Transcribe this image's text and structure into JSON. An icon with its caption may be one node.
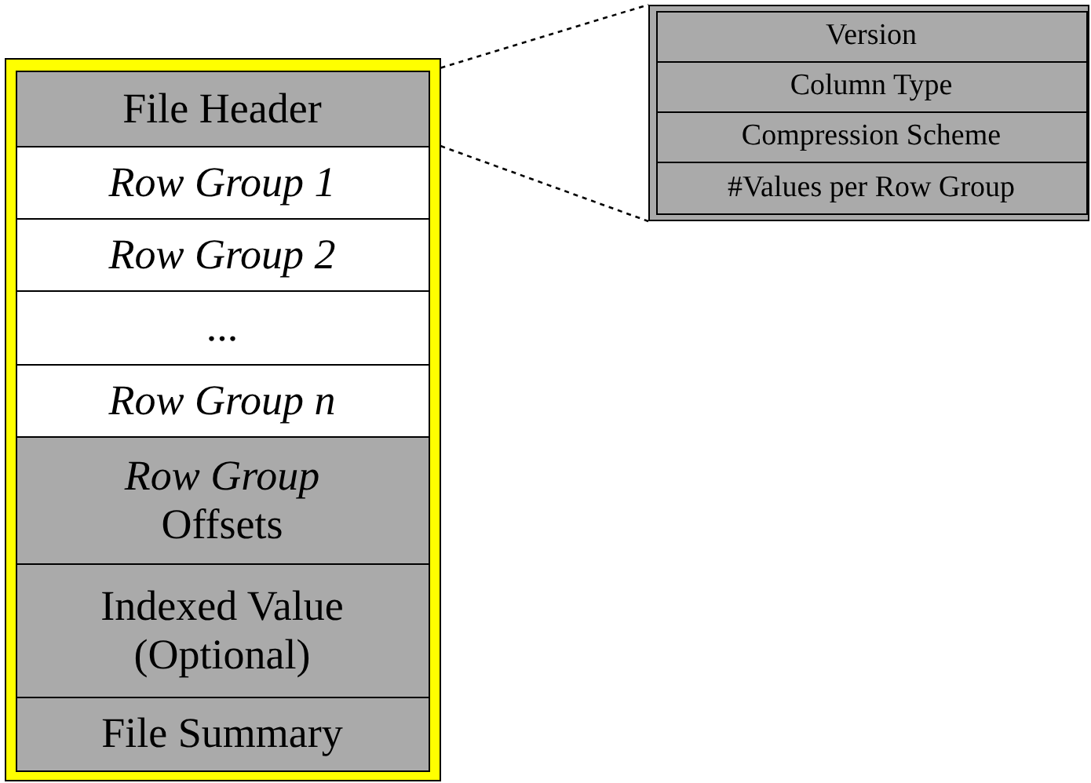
{
  "diagram": {
    "nodes": [
      {
        "text": [],
        "shape": "box"
      },
      {
        "text": [
          "File Header"
        ],
        "in": 0
      },
      {
        "text": [
          "Row Group 1"
        ],
        "in": 0
      },
      {
        "text": [
          "Row Group 2"
        ],
        "in": 0
      },
      {
        "text": [
          "..."
        ],
        "in": 0
      },
      {
        "text": [
          "Row Group n"
        ],
        "in": 0
      },
      {
        "text": [
          "*Row Group* Offsets"
        ],
        "in": 0
      },
      {
        "text": [
          "Indexed Value (Optional)"
        ],
        "in": 0
      },
      {
        "text": [
          "File Summary"
        ],
        "in": 0
      },
      {
        "text": [],
        "shape": "box"
      },
      {
        "text": [
          "Version"
        ],
        "in": 9
      },
      {
        "text": [
          "Column Type"
        ],
        "in": 9
      },
      {
        "text": [
          "Compression Scheme"
        ],
        "in": 9
      },
      {
        "text": [
          "#Values per Row Group"
        ],
        "in": 9
      }
    ],
    "edges": [
      {
        "from": 1,
        "to": 9,
        "arrow": "none",
        "style": "dashed"
      }
    ]
  }
}
